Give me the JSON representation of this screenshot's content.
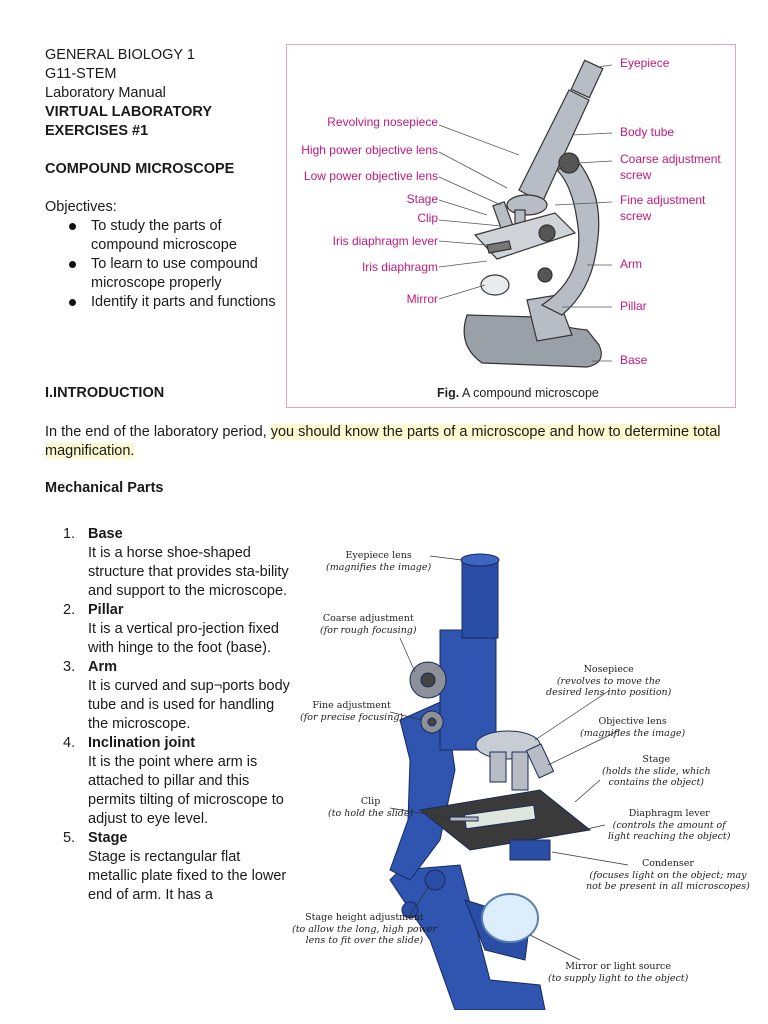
{
  "header": {
    "line1": "GENERAL BIOLOGY 1",
    "line2": "G11-STEM",
    "line3": "Laboratory Manual",
    "title1": "VIRTUAL LABORATORY",
    "title2": "EXERCISES #1",
    "section": "COMPOUND MICROSCOPE"
  },
  "objectives": {
    "heading": "Objectives:",
    "items": [
      "To study the parts of compound microscope",
      "To learn to use compound microscope properly",
      "Identify it parts and functions"
    ]
  },
  "intro": {
    "heading": "I.INTRODUCTION",
    "text_plain": "In the end of the laboratory period, ",
    "text_highlight": "you should know the parts of a microscope and how to determine total magnification."
  },
  "mechanical": {
    "heading": "Mechanical Parts",
    "items": [
      {
        "num": "1.",
        "title": "Base",
        "desc": "It is a horse shoe-shaped structure that provides sta-bility and support to the microscope."
      },
      {
        "num": "2.",
        "title": "Pillar",
        "desc": "It is a vertical pro-jection fixed with hinge to the foot (base)."
      },
      {
        "num": "3.",
        "title": "Arm",
        "desc": "It is curved and sup¬ports body tube and is used for handling the microscope."
      },
      {
        "num": "4.",
        "title": "Inclination joint",
        "desc": "It is the point where arm is attached to pillar and this permits tilting of microscope to adjust to eye level."
      },
      {
        "num": "5.",
        "title": "Stage",
        "desc": "Stage is rectangular flat metallic plate fixed to the lower end of arm. It has a"
      }
    ]
  },
  "figure1": {
    "labels_left": [
      "Revolving nosepiece",
      "High power objective lens",
      "Low power objective lens",
      "Stage",
      "Clip",
      "Iris diaphragm lever",
      "Iris diaphragm",
      "Mirror"
    ],
    "labels_right": [
      "Eyepiece",
      "Body tube",
      "Coarse adjustment",
      "screw",
      "Fine adjustment",
      "screw",
      "Arm",
      "Pillar",
      "Base"
    ],
    "caption_bold": "Fig.",
    "caption_text": " A compound microscope",
    "colors": {
      "label": "#c2187a",
      "border": "#e6a2c0",
      "body": "#b8bcc4"
    }
  },
  "figure2": {
    "labels": [
      {
        "name": "Eyepiece lens",
        "desc": "(magnifies the image)"
      },
      {
        "name": "Coarse adjustment",
        "desc": "(for rough focusing)"
      },
      {
        "name": "Fine adjustment",
        "desc": "(for precise focusing)"
      },
      {
        "name": "Nosepiece",
        "desc": "(revolves to move the",
        "desc2": "desired lens into position)"
      },
      {
        "name": "Objective lens",
        "desc": "(magnifies the image)"
      },
      {
        "name": "Stage",
        "desc": "(holds the slide, which",
        "desc2": "contains the object)"
      },
      {
        "name": "Clip",
        "desc": "(to hold the slide)"
      },
      {
        "name": "Diaphragm lever",
        "desc": "(controls the amount of",
        "desc2": "light reaching the object)"
      },
      {
        "name": "Condenser",
        "desc": "(focuses light on the object; may",
        "desc2": "not be present in all microscopes)"
      },
      {
        "name": "Stage height adjustment",
        "desc": "(to allow the long, high power",
        "desc2": "lens to fit over the slide)"
      },
      {
        "name": "Mirror or light source",
        "desc": "(to supply light to the object)"
      }
    ],
    "colors": {
      "blue": "#2f55b0",
      "dark_blue": "#1e3a82",
      "stage": "#3a3a3a"
    }
  }
}
